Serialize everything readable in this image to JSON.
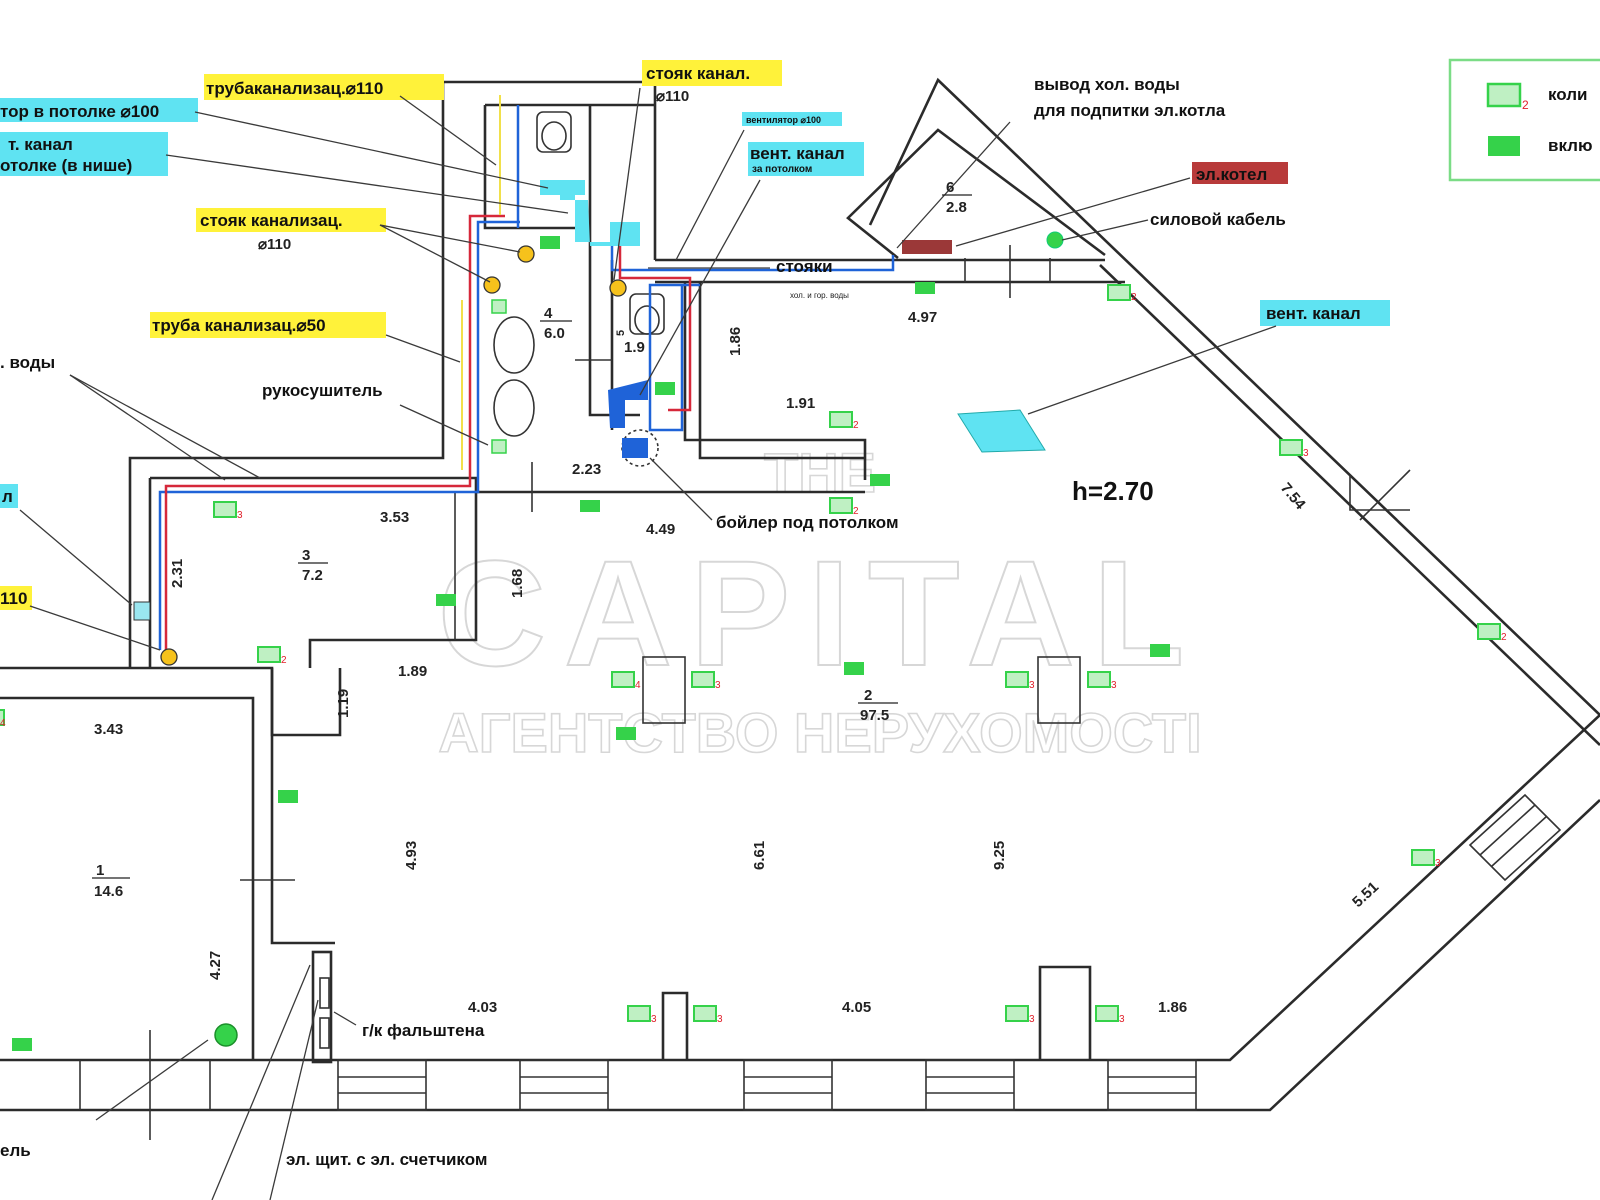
{
  "watermark": {
    "brand": "CAPITAL",
    "top": "THE",
    "sub": "АГЕНТСТВО НЕРУХОМОСТІ"
  },
  "legend": {
    "row1": "коли",
    "row2": "вклю",
    "count_mark": "2"
  },
  "labels": {
    "pipe_top": "трубаканализац.⌀110",
    "vent_ceiling": "тор в потолке ⌀100",
    "vent_niche_1": "т. канал",
    "vent_niche_2": "отолке (в нише)",
    "riser_left": "стояк  канализац.",
    "riser_left_d": "⌀110",
    "pipe_50": "труба канализац.⌀50",
    "water_left": ". воды",
    "dryer": "рукосушитель",
    "left_al": "л",
    "left_110": "110",
    "riser_top": "стояк канал.",
    "riser_top_d": "⌀110",
    "vent_small": "вентилятор ⌀100",
    "vent_behind_1": "вент. канал",
    "vent_behind_2": "за потолком",
    "cold_water_1": "вывод хол. воды",
    "cold_water_2": "для подпитки эл.котла",
    "boiler_el": "эл.котел",
    "power_cable": "силовой кабель",
    "risers": "стояки",
    "cold_hot": "хол. и гор. воды",
    "vent_channel": "вент. канал",
    "height": "h=2.70",
    "boiler_ceiling": "бойлер под потолком",
    "drywall": "г/к фальштена",
    "panel": "эл. щит. с эл. счетчиком",
    "bottom_cable": "ель"
  },
  "rooms": [
    {
      "num": "4",
      "area": "6.0"
    },
    {
      "num": "5",
      "area": "1.9"
    },
    {
      "num": "3",
      "area": "7.2"
    },
    {
      "num": "6",
      "area": "2.8"
    },
    {
      "num": "2",
      "area": "97.5"
    },
    {
      "num": "1",
      "area": "14.6"
    }
  ],
  "dims": {
    "d497": "4.97",
    "d186a": "1.86",
    "d191": "1.91",
    "d223": "2.23",
    "d449": "4.49",
    "d353": "3.53",
    "d231": "2.31",
    "d168": "1.68",
    "d754": "7.54",
    "d189": "1.89",
    "d119": "1.19",
    "d343": "3.43",
    "d493": "4.93",
    "d661": "6.61",
    "d925": "9.25",
    "d551": "5.51",
    "d427": "4.27",
    "d403": "4.03",
    "d405": "4.05",
    "d186b": "1.86"
  },
  "socket_counts": {
    "s1": "2",
    "s2": "3",
    "s3": "3",
    "s4": "2",
    "s5": "2",
    "s6": "2",
    "s7": "3",
    "s8": "2",
    "s9": "4",
    "s10": "3",
    "s11": "3",
    "s12": "3",
    "s13": "3",
    "s14": "3",
    "s15": "3",
    "s16": "3",
    "s17": "3",
    "s18": "4"
  },
  "colors": {
    "socket": "#35d24a",
    "label_yellow": "#fff23a",
    "label_cyan": "#5fe3f2",
    "label_red": "#e0202a",
    "boiler_bg": "#b83a3a",
    "pipe_blue": "#1f63d8",
    "pipe_red": "#d6283a",
    "riser_fill": "#f6c21c"
  }
}
